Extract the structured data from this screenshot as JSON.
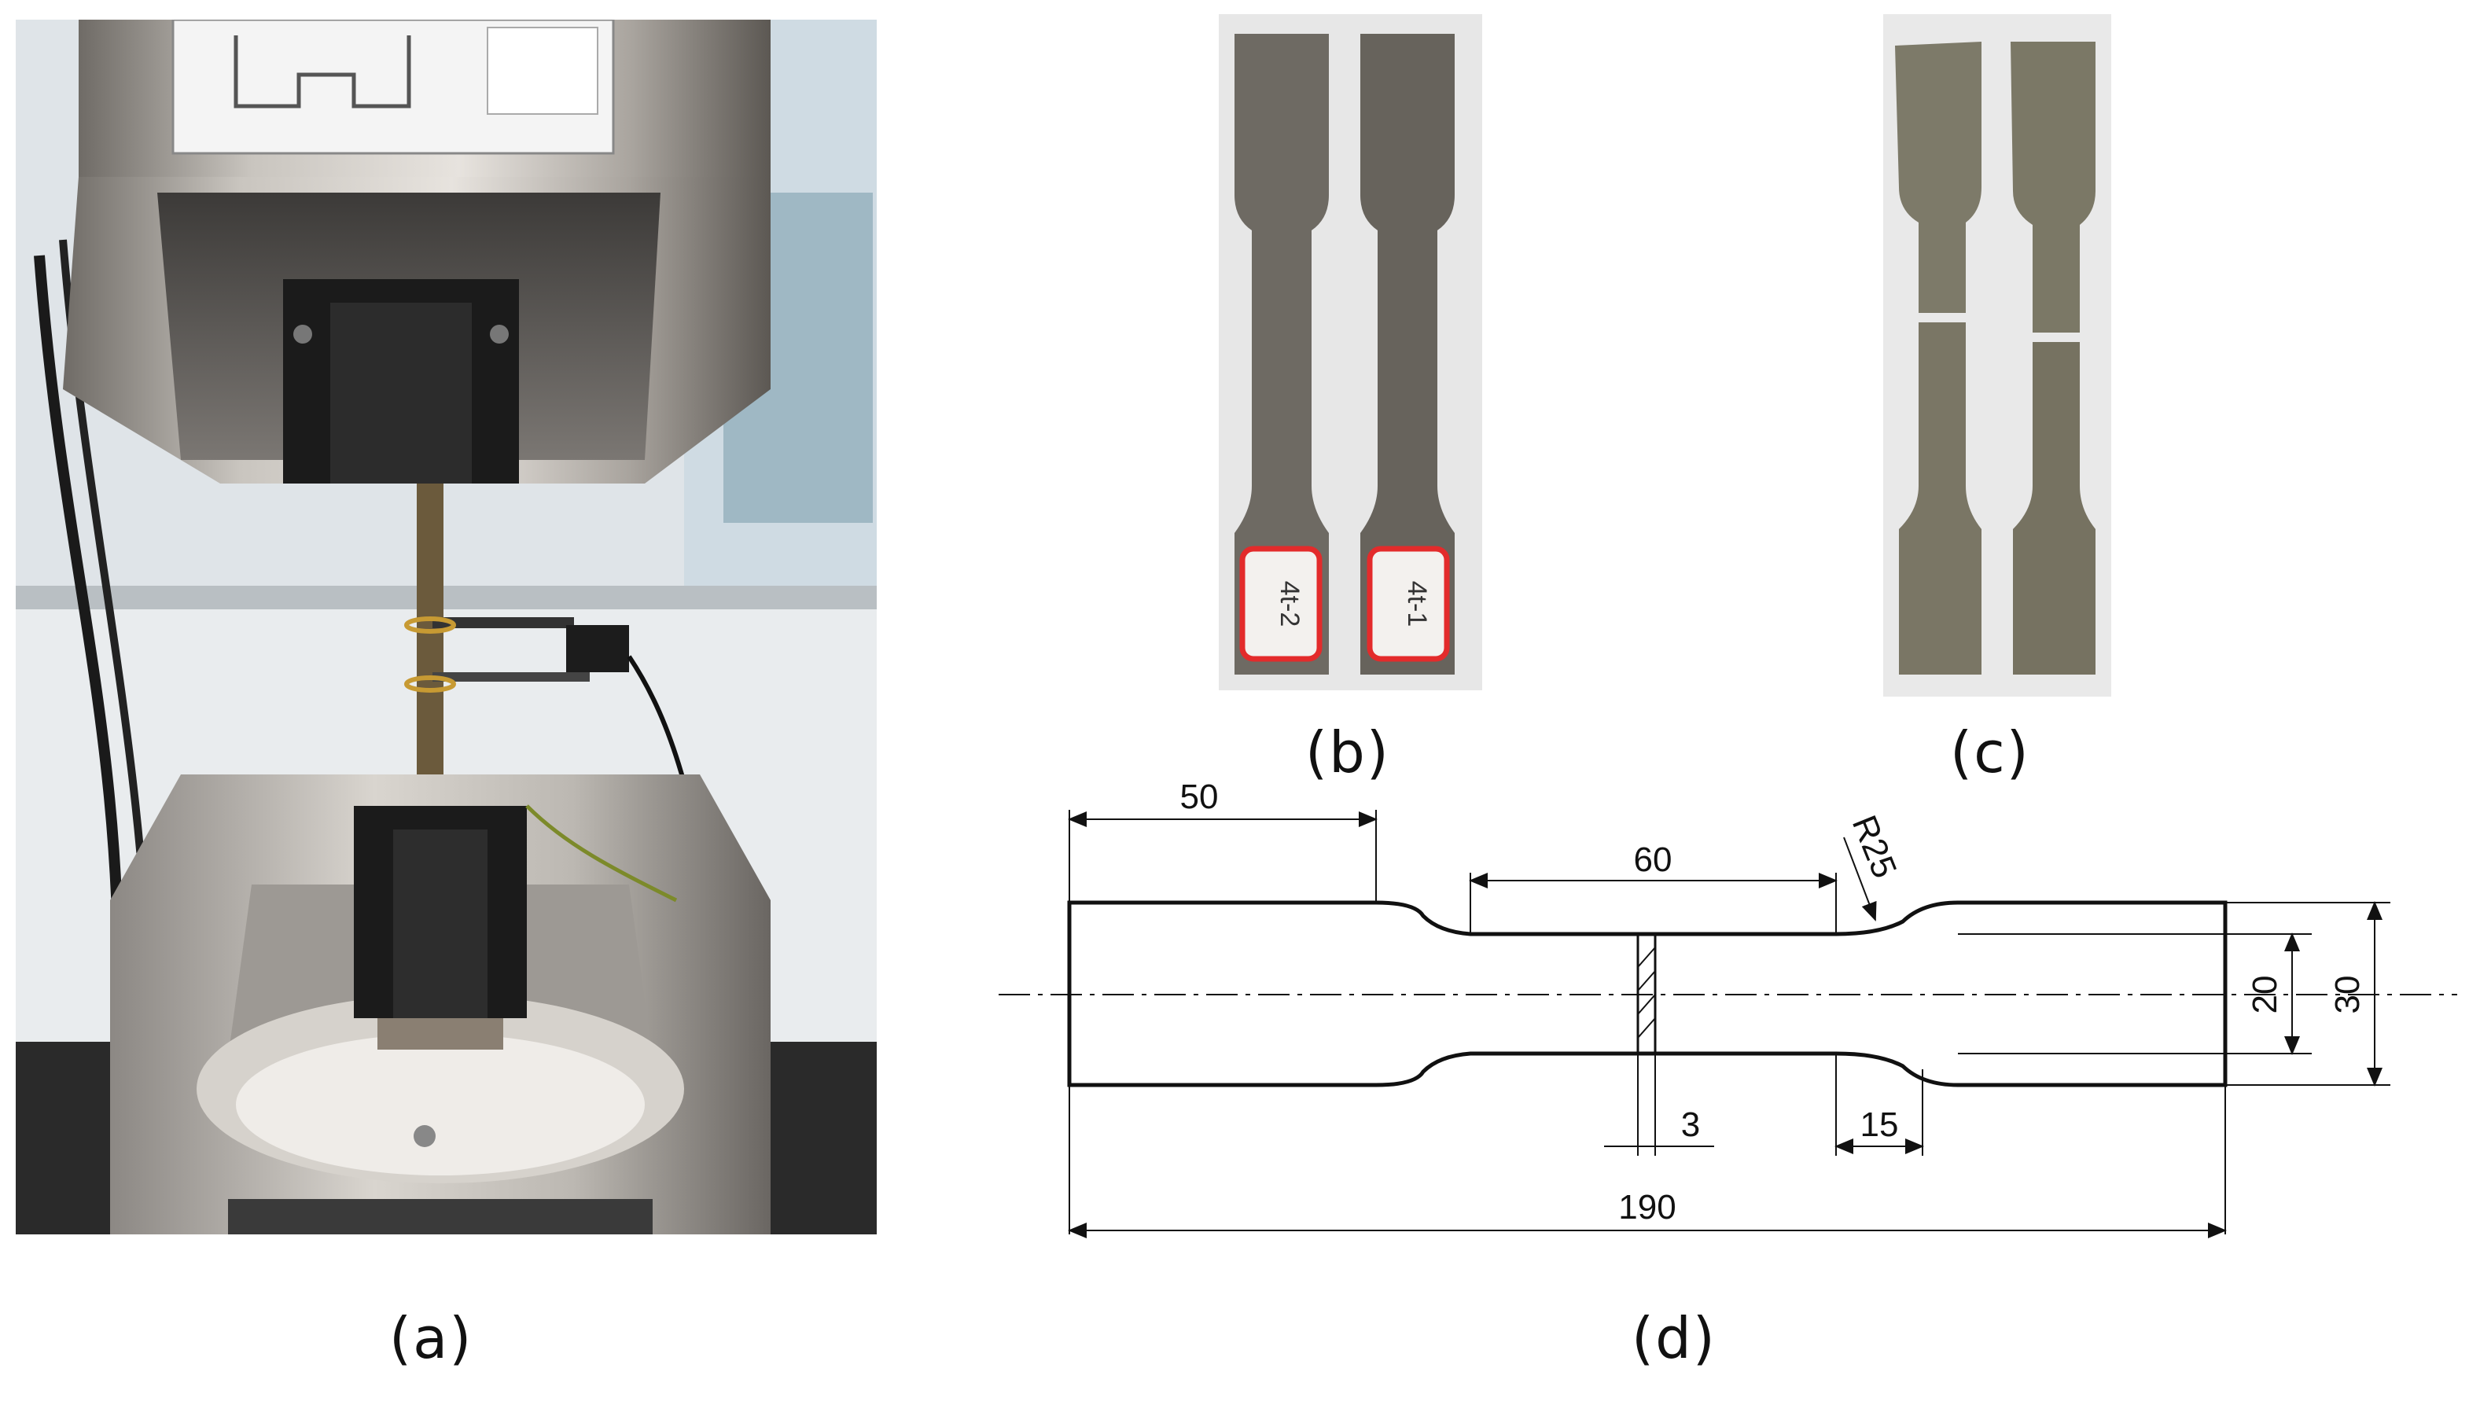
{
  "panels": {
    "a": {
      "caption": "(a)"
    },
    "b": {
      "caption": "(b)",
      "specimen_labels": [
        "4t-2",
        "4t-1"
      ]
    },
    "c": {
      "caption": "(c)"
    },
    "d": {
      "caption": "(d)"
    }
  },
  "drawing": {
    "dim_grip_length": "50",
    "dim_gauge_length": "60",
    "dim_fillet_radius": "R25",
    "dim_gauge_width": "20",
    "dim_total_width": "30",
    "dim_section_thickness": "3",
    "dim_transition": "15",
    "dim_total_length": "190"
  }
}
